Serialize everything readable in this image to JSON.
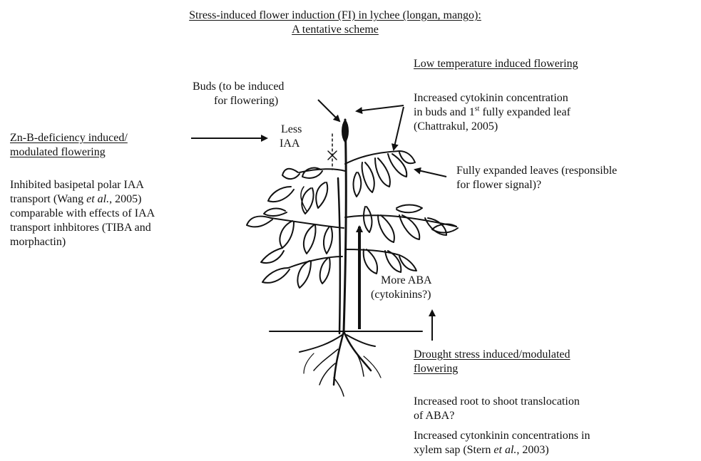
{
  "title": {
    "line1": "Stress-induced flower induction (FI) in lychee (longan, mango):",
    "line2": "A tentative scheme"
  },
  "low_temp": {
    "heading": "Low temperature induced flowering",
    "line1": "Increased cytokinin concentration",
    "line2_pre": "in buds and 1",
    "line2_sup": "st",
    "line2_post": " fully expanded leaf",
    "line3": "(Chattrakul, 2005)"
  },
  "buds": {
    "line1": "Buds (to be induced",
    "line2": "for flowering)"
  },
  "less_iaa": {
    "line1": "Less",
    "line2": "IAA"
  },
  "zn_b": {
    "heading1": "Zn-B-deficiency induced/",
    "heading2": "modulated flowering",
    "line1": "Inhibited basipetal polar IAA",
    "line2_pre": "transport (Wang ",
    "line2_em": "et al.",
    "line2_post": ", 2005)",
    "line3": "comparable with effects of IAA",
    "line4": "transport inhbitores (TIBA and",
    "line5": "morphactin)"
  },
  "leaves": {
    "line1": "Fully expanded leaves (responsible",
    "line2": "for flower signal)?"
  },
  "more_aba": {
    "line1": "More ABA",
    "line2": "(cytokinins?)"
  },
  "drought": {
    "heading1": "Drought stress induced/modulated",
    "heading2": "flowering",
    "line1": "Increased root to shoot translocation",
    "line2": "of ABA?",
    "line3": "Increased cytonkinin concentrations in",
    "line4_pre": "xylem sap (Stern ",
    "line4_em": "et al.",
    "line4_post": ", 2003)"
  }
}
